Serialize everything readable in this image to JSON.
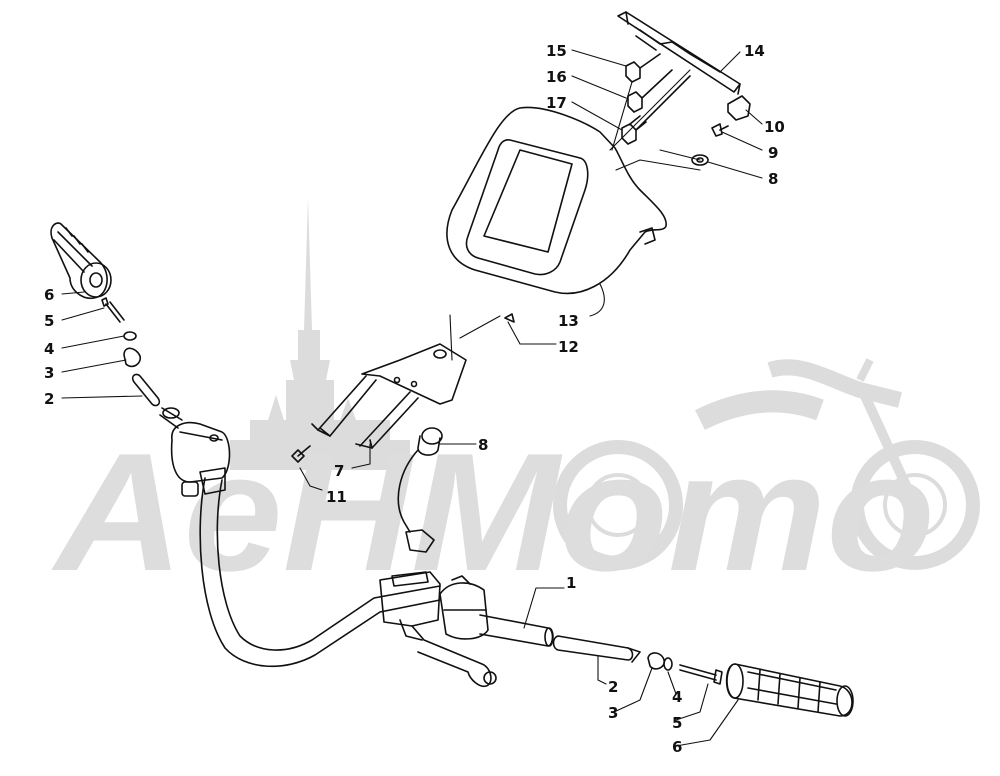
{
  "watermark": {
    "text": "AeHMoтo",
    "color": "#d9d9d9"
  },
  "colors": {
    "line": "#111111",
    "watermark": "#d9d9d9"
  },
  "callouts": [
    {
      "id": "c15",
      "label": "15"
    },
    {
      "id": "c14",
      "label": "14"
    },
    {
      "id": "c16",
      "label": "16"
    },
    {
      "id": "c17",
      "label": "17"
    },
    {
      "id": "c10",
      "label": "10"
    },
    {
      "id": "c9",
      "label": "9"
    },
    {
      "id": "c8a",
      "label": "8"
    },
    {
      "id": "c6a",
      "label": "6"
    },
    {
      "id": "c5a",
      "label": "5"
    },
    {
      "id": "c4a",
      "label": "4"
    },
    {
      "id": "c3a",
      "label": "3"
    },
    {
      "id": "c2a",
      "label": "2"
    },
    {
      "id": "c13",
      "label": "13"
    },
    {
      "id": "c12",
      "label": "12"
    },
    {
      "id": "c7",
      "label": "7"
    },
    {
      "id": "c11",
      "label": "11"
    },
    {
      "id": "c8b",
      "label": "8"
    },
    {
      "id": "c1",
      "label": "1"
    },
    {
      "id": "c2b",
      "label": "2"
    },
    {
      "id": "c3b",
      "label": "3"
    },
    {
      "id": "c4b",
      "label": "4"
    },
    {
      "id": "c5b",
      "label": "5"
    },
    {
      "id": "c6b",
      "label": "6"
    }
  ]
}
